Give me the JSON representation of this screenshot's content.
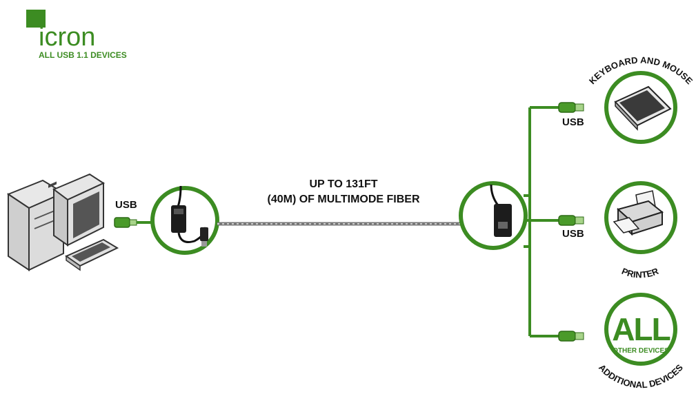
{
  "brand": {
    "name": "icron",
    "tagline": "ALL USB 1.1 DEVICES"
  },
  "fiber": {
    "line1": "UP TO 131FT",
    "line2": "(40M) OF MULTIMODE FIBER"
  },
  "labels": {
    "usb_host": "USB",
    "usb_keyboard": "USB",
    "usb_printer": "USB"
  },
  "devices": {
    "keyboard_mouse": "KEYBOARD AND MOUSE",
    "printer": "PRINTER",
    "all_big": "ALL",
    "all_small": "OTHER DEVICES",
    "additional": "ADDITIONAL DEVICES"
  },
  "colors": {
    "brand_green": "#3c8c22",
    "text_dark": "#111111"
  },
  "icons": [
    "computer-icon",
    "usb-plug-icon",
    "extender-local-icon",
    "extender-remote-icon",
    "keyboard-icon",
    "printer-icon"
  ]
}
